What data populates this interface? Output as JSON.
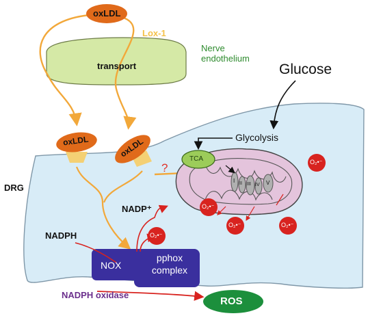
{
  "labels": {
    "oxldl_top": "oxLDL",
    "lox1": "Lox-1",
    "transport": "transport",
    "nerve_endothelium": "Nerve endothelium",
    "glucose": "Glucose",
    "glycolysis": "Glycolysis",
    "tca": "TCA",
    "oxldl_left": "oxLDL",
    "oxldl_right": "oxLDL",
    "question": "?",
    "drg": "DRG",
    "nadp_plus": "NADP⁺",
    "nadph": "NADPH",
    "nox": "NOX",
    "pphox_complex": "pphox complex",
    "nadph_oxidase": "NADPH oxidase",
    "ros": "ROS",
    "superoxide": "O₂•⁻",
    "mito_complexes": [
      "I",
      "II",
      "III",
      "IV",
      "V"
    ]
  },
  "colors": {
    "cell_fill": "#d8ecf7",
    "arrow_orange": "#f2a83a",
    "oxldl_fill": "#e06a1a",
    "receptor": "#f4d074",
    "transport_fill": "#d5e9a6",
    "tca_fill": "#9ccc5a",
    "superoxide_red": "#d8231f",
    "nox_purple": "#3a2f9e",
    "ros_green": "#1c8f3c",
    "red_arrow": "#d8231f",
    "mito_fill": "#e4c4dc"
  }
}
